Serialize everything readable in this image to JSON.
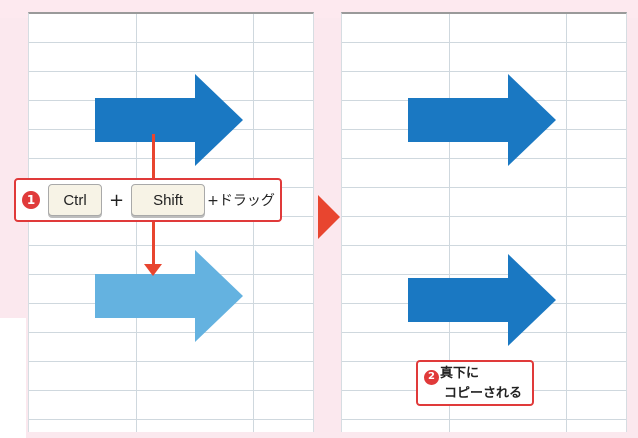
{
  "instruction": {
    "step": "1",
    "key_ctrl": "Ctrl",
    "plus": "+",
    "key_shift": "Shift",
    "suffix": "+ドラッグ"
  },
  "result": {
    "step": "2",
    "line1": "真下に",
    "line2": "コピーされる"
  },
  "colors": {
    "arrow_blue": "#1a78c2",
    "arrow_ghost": "#64b2e0",
    "accent_red": "#e03a3a"
  }
}
